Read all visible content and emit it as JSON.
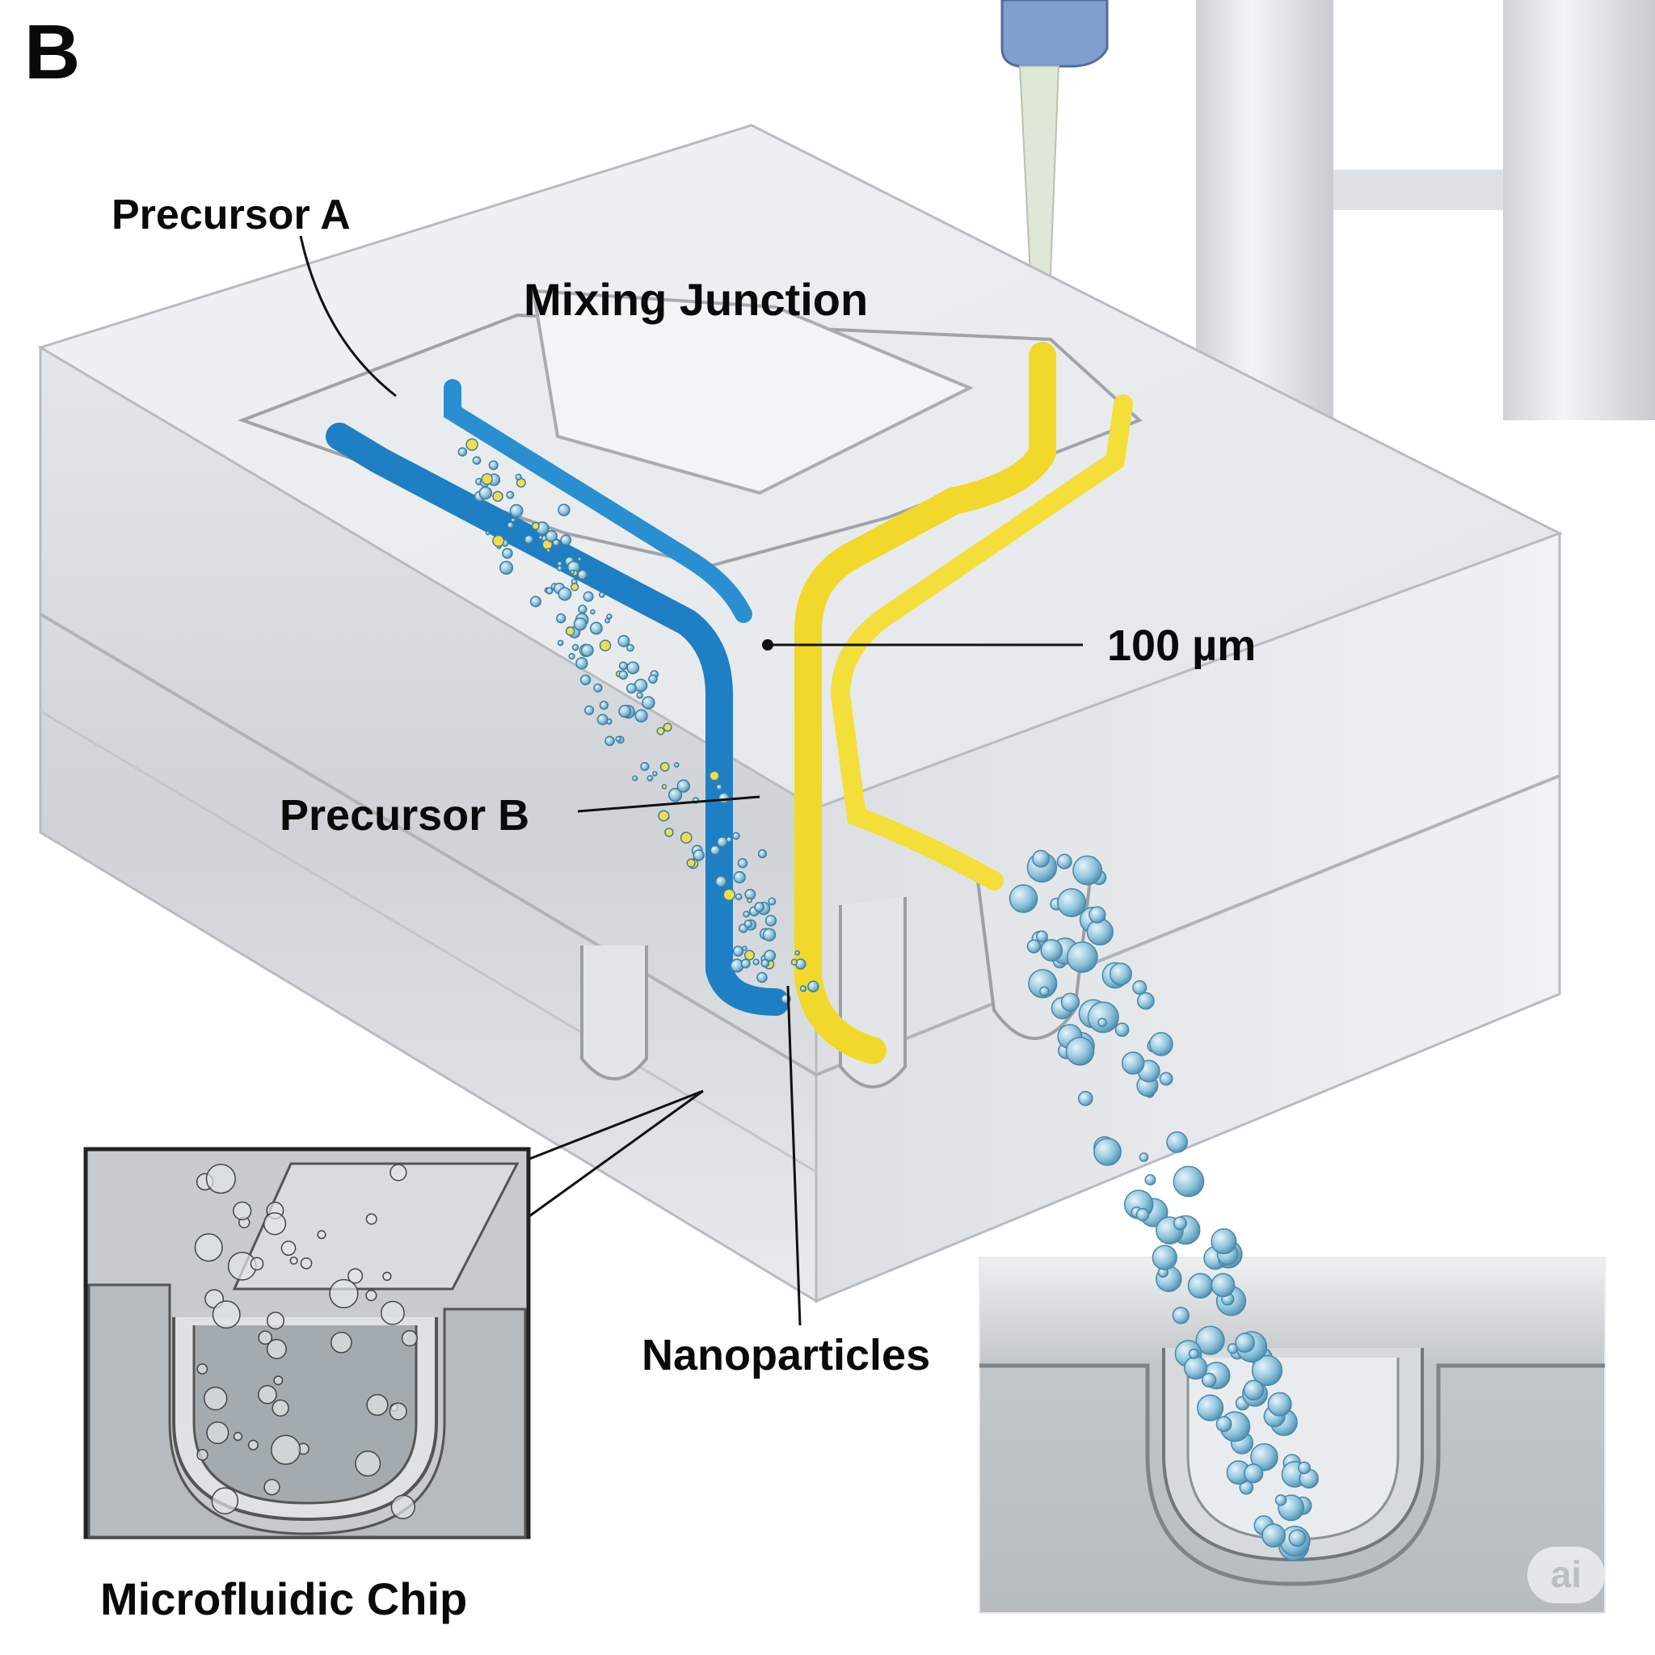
{
  "figure": {
    "panel_letter": "B",
    "labels": {
      "precursor_a": "Precursor A",
      "mixing_junction": "Mixing Junction",
      "scale": "100 µm",
      "precursor_b": "Precursor B",
      "nanoparticles": "Nanoparticles",
      "microfluidic_chip": "Microfluidic Chip"
    },
    "watermark": "ai",
    "colors": {
      "precursor_a_fluid": "#2a8fd0",
      "precursor_b_fluid": "#f1d82a",
      "nanoparticle": "#8fc3da",
      "chip_glass": "#e6e9ec",
      "inset_gray": "#c4c8cb"
    }
  }
}
